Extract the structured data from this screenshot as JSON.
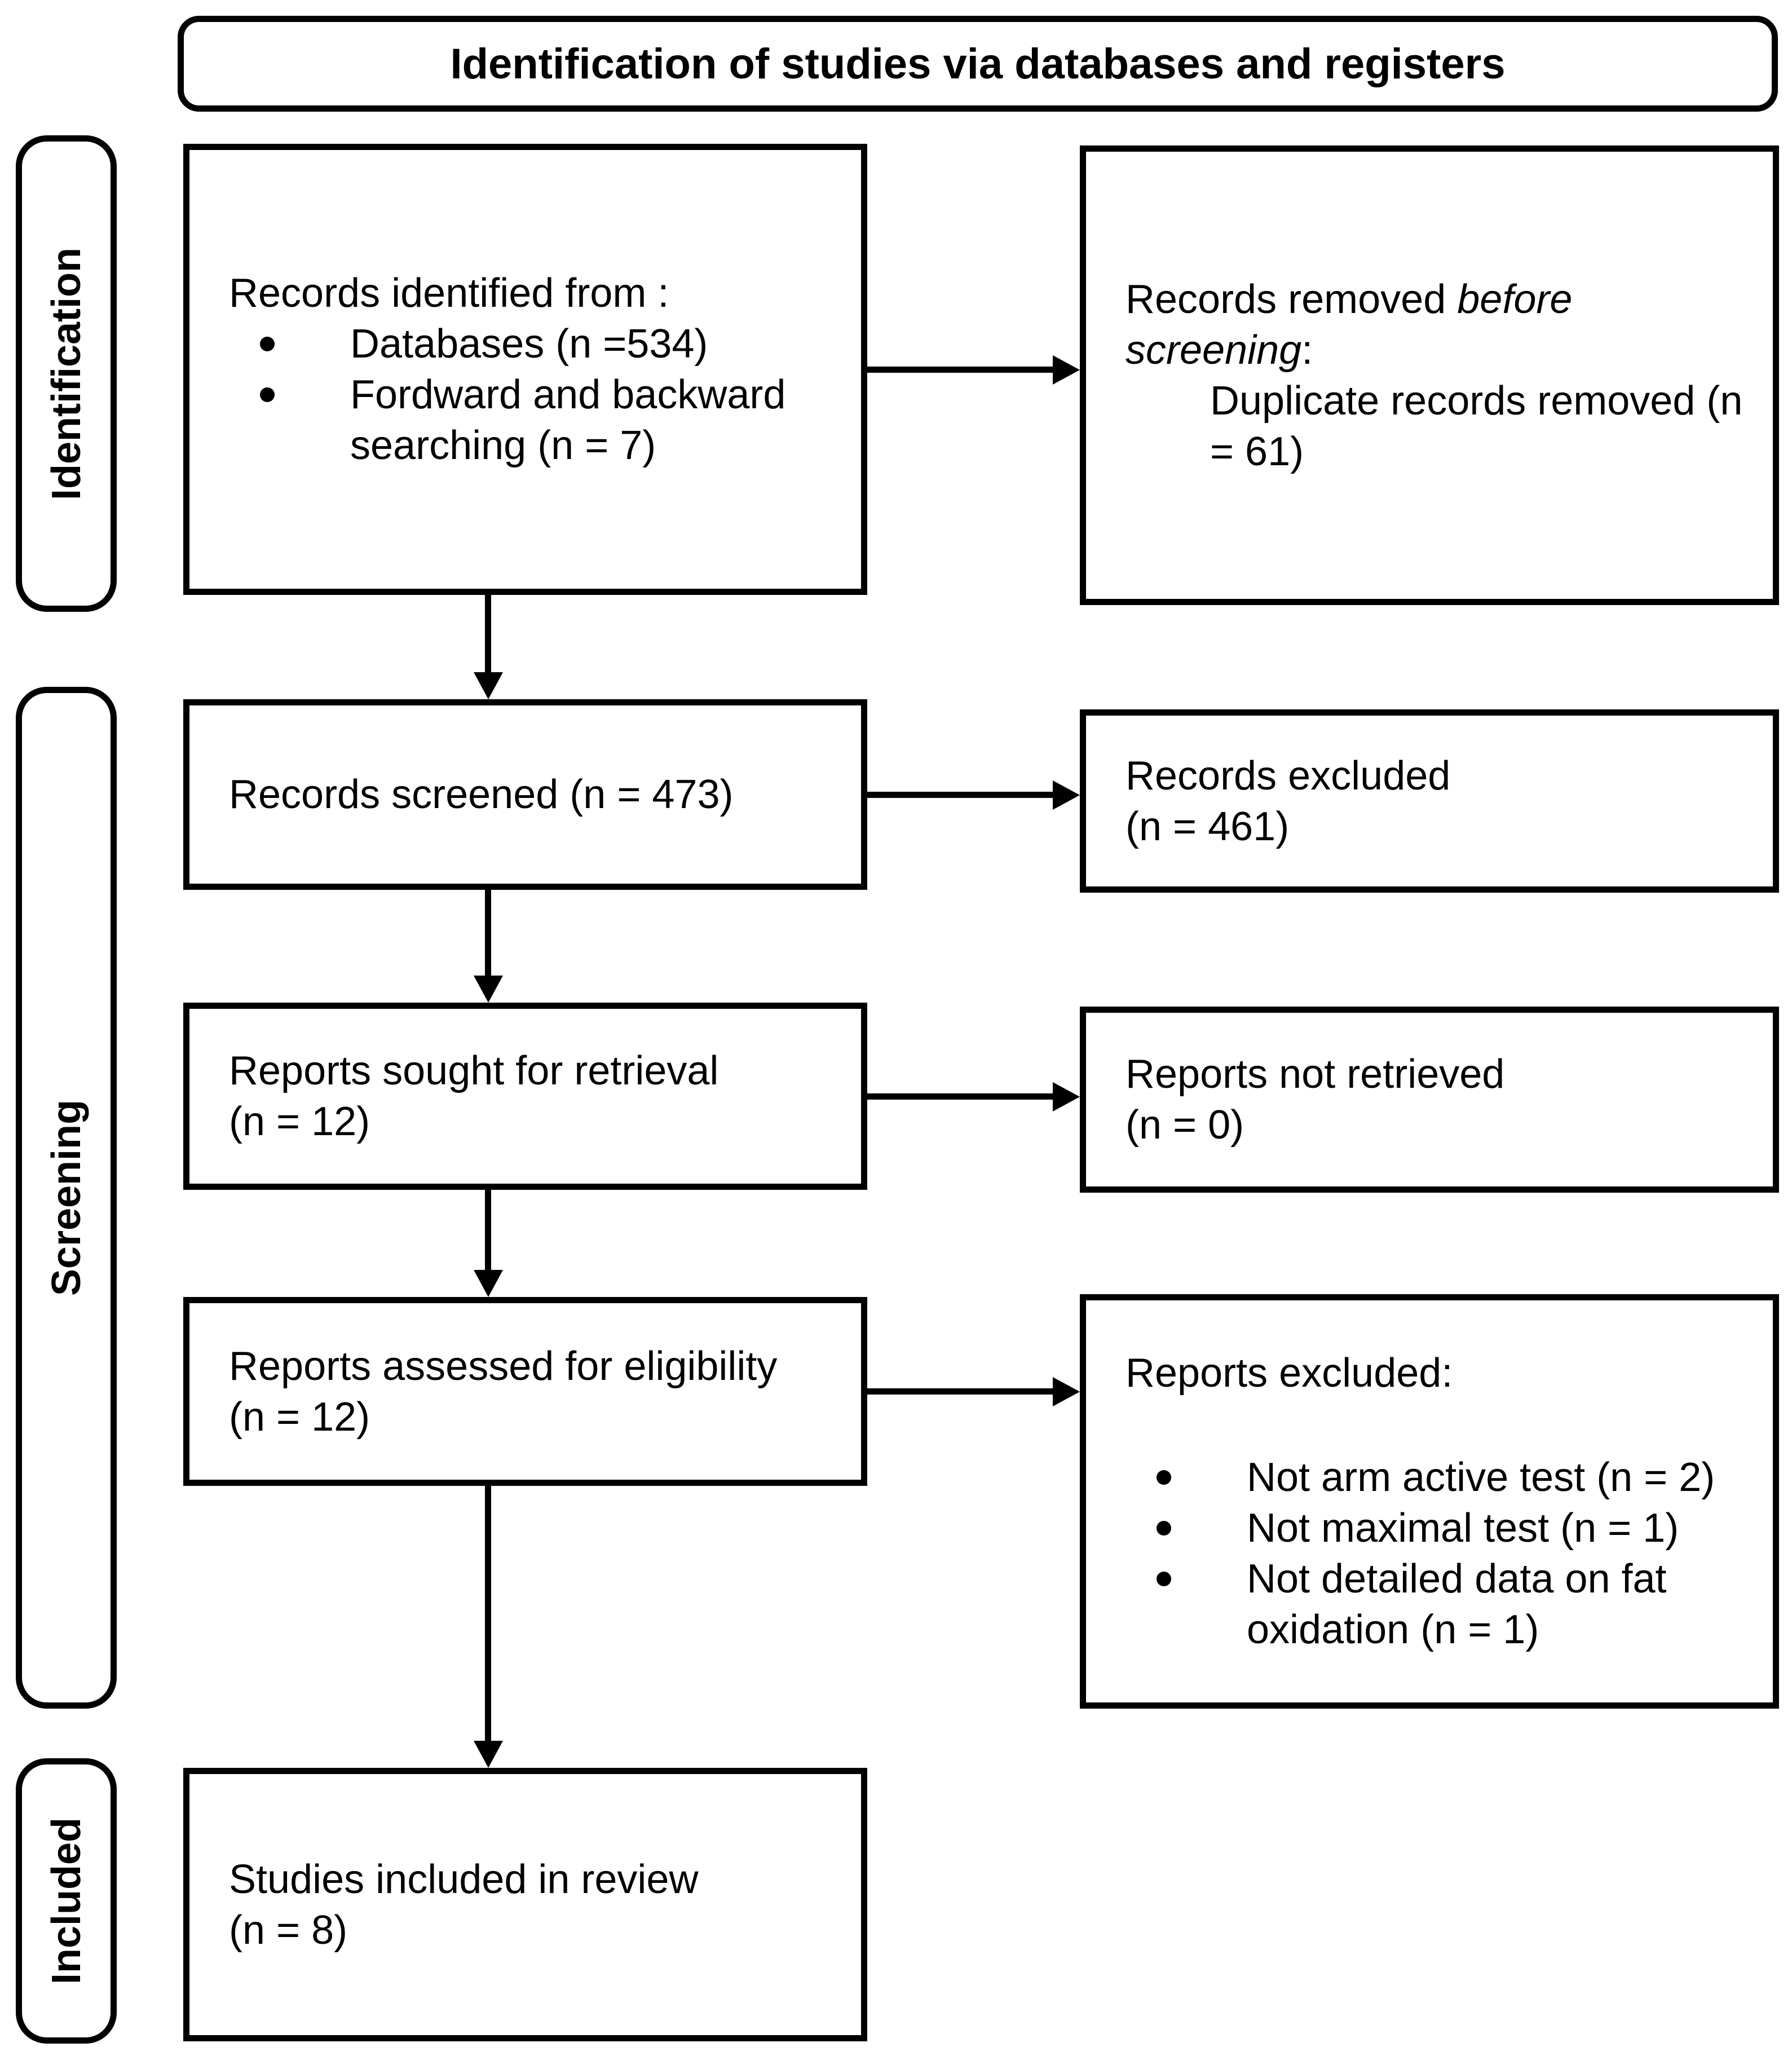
{
  "colors": {
    "ink": "#000000",
    "paper": "#ffffff"
  },
  "title": "Identification of studies via databases and registers",
  "stages": {
    "identification": "Identification",
    "screening": "Screening",
    "included": "Included"
  },
  "boxes": {
    "records_identified": {
      "intro": "Records identified from :",
      "bullets": [
        "Databases (n =534)",
        "Fordward and backward searching (n = 7)"
      ]
    },
    "records_removed": {
      "lead": "Records removed ",
      "emphasis": "before screening",
      "tail": ":",
      "item": "Duplicate records removed (n = 61)"
    },
    "records_screened": {
      "text": "Records screened (n = 473)"
    },
    "records_excluded": {
      "line1": "Records excluded",
      "line2": "(n = 461)"
    },
    "reports_sought": {
      "line1": "Reports sought for retrieval",
      "line2": "(n = 12)"
    },
    "reports_not_retrieved": {
      "line1": "Reports not retrieved",
      "line2": "(n = 0)"
    },
    "reports_assessed": {
      "line1": "Reports assessed for eligibility",
      "line2": "(n = 12)"
    },
    "reports_excluded": {
      "heading": "Reports excluded:",
      "bullets": [
        "Not arm active test (n = 2)",
        "Not maximal test (n = 1)",
        "Not detailed data on fat oxidation (n = 1)"
      ]
    },
    "studies_included": {
      "line1": "Studies included in review",
      "line2": "(n = 8)"
    }
  }
}
